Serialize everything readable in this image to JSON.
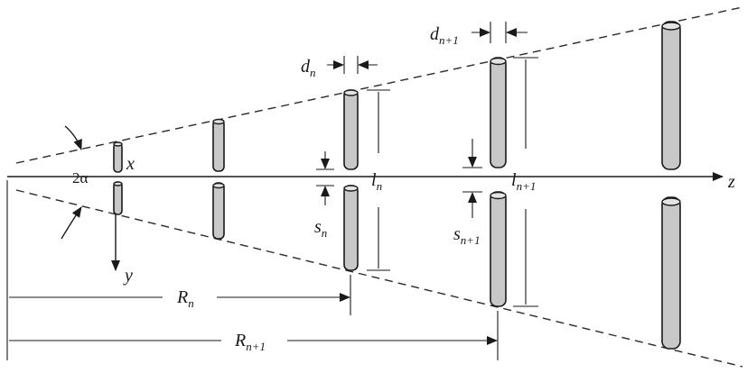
{
  "labels": {
    "x": "x",
    "y": "y",
    "z": "z",
    "alpha": "2α",
    "d_n": {
      "base": "d",
      "sub": "n"
    },
    "d_n1": {
      "base": "d",
      "sub": "n+1"
    },
    "l_n": {
      "base": "l",
      "sub": "n"
    },
    "l_n1": {
      "base": "l",
      "sub": "n+1"
    },
    "s_n": {
      "base": "s",
      "sub": "n"
    },
    "s_n1": {
      "base": "s",
      "sub": "n+1"
    },
    "R_n": {
      "base": "R",
      "sub": "n"
    },
    "R_n1": {
      "base": "R",
      "sub": "n+1"
    }
  },
  "colors": {
    "line": "#1a1a1a",
    "element_fill": "#c8c8c8",
    "element_top": "#e4e4e4",
    "background": "#ffffff"
  },
  "elements": [
    {
      "name": "element-1"
    },
    {
      "name": "element-2"
    },
    {
      "name": "element-n"
    },
    {
      "name": "element-n-plus-1"
    },
    {
      "name": "element-5"
    }
  ]
}
